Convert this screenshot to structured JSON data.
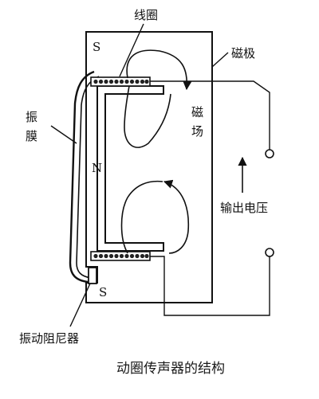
{
  "labels": {
    "coil": "线圈",
    "magnetic_pole": "磁极",
    "diaphragm_line1": "振",
    "diaphragm_line2": "膜",
    "magnetic_field_line1": "磁",
    "magnetic_field_line2": "场",
    "output_voltage": "输出电压",
    "damper": "振动阻尼器",
    "pole_s_top": "S",
    "pole_n": "N",
    "pole_s_bottom": "S"
  },
  "caption": "动圈传声器的结构",
  "colors": {
    "ink": "#111111",
    "fill": "#ffffff",
    "coil_dot": "#222222"
  }
}
